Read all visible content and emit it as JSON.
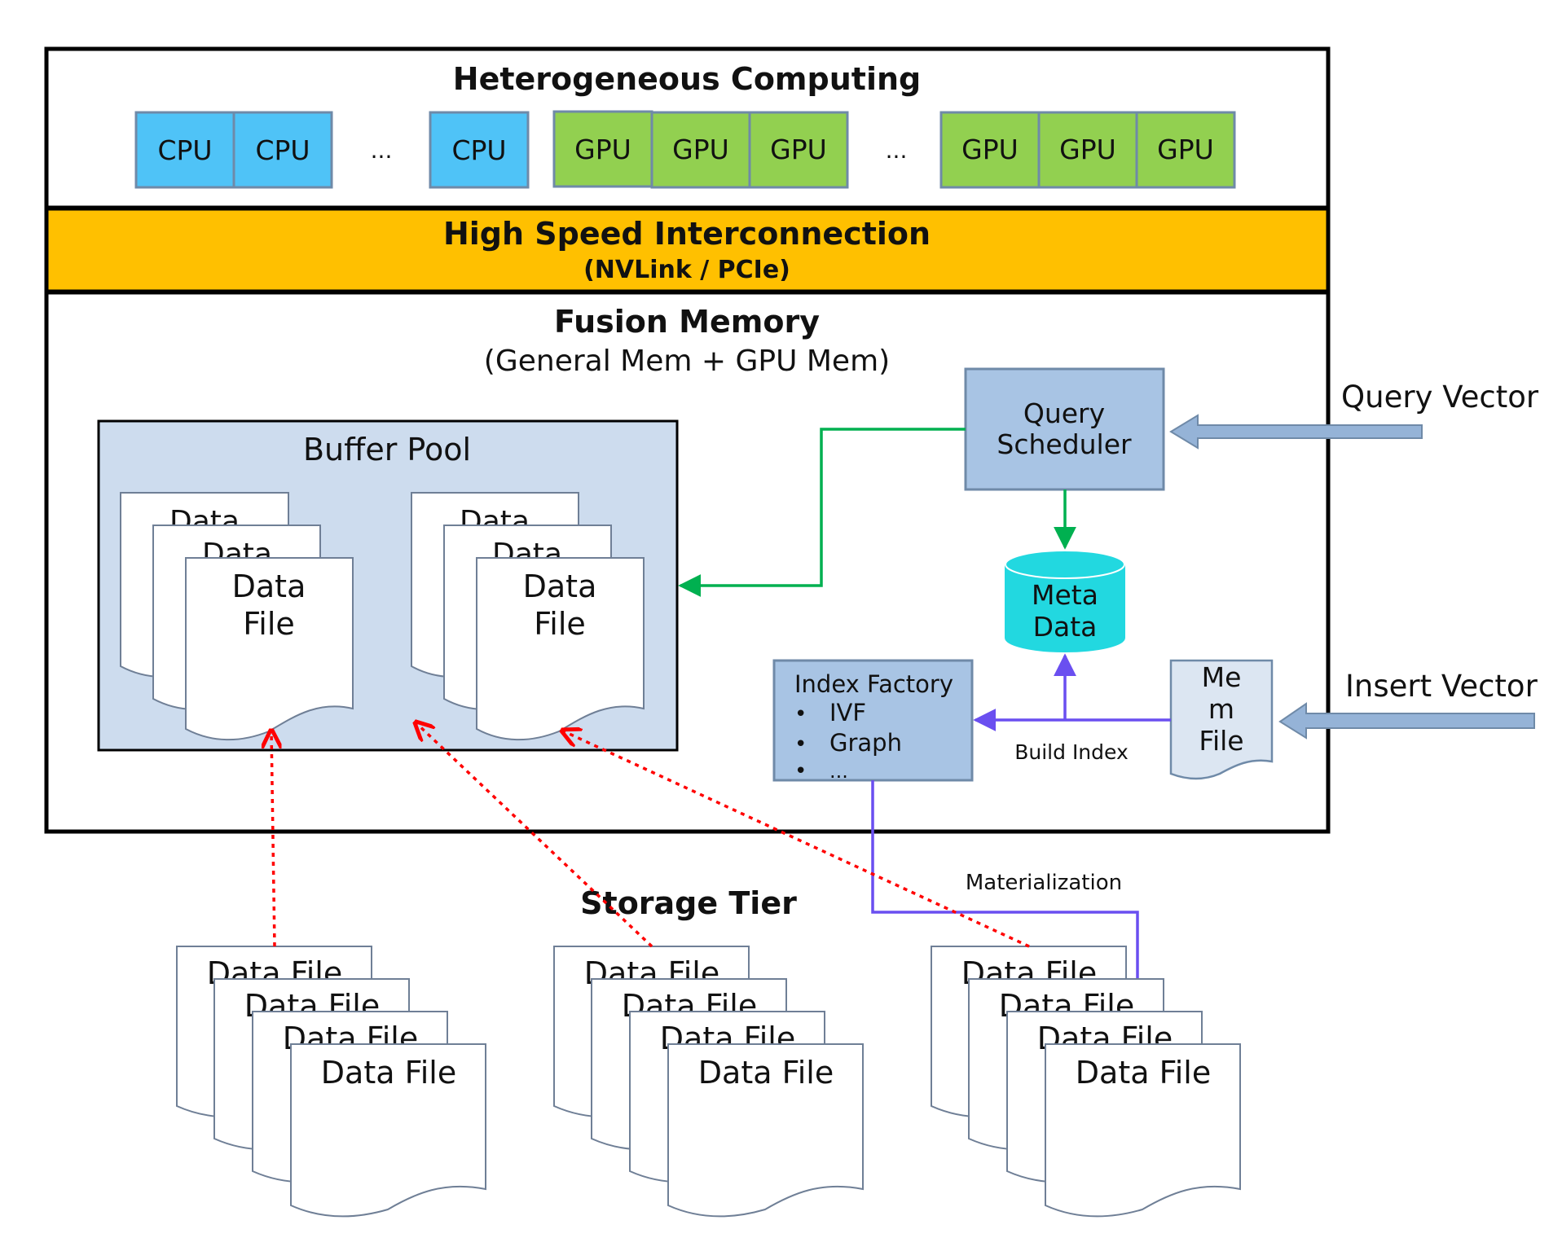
{
  "compute": {
    "title": "Heterogeneous Computing",
    "cpu_label": "CPU",
    "gpu_label": "GPU",
    "ellipsis": "...",
    "cpu_color": "#4fc3f7",
    "gpu_color": "#92d050"
  },
  "interconnect": {
    "title": "High Speed Interconnection",
    "subtitle": "(NVLink / PCIe)",
    "color": "#ffc000"
  },
  "memory": {
    "title": "Fusion Memory",
    "subtitle": "(General Mem + GPU Mem)",
    "buffer_pool": {
      "title": "Buffer Pool",
      "back_file_label": "Data",
      "front_file_line1": "Data",
      "front_file_line2": "File",
      "color": "#cddcee"
    },
    "query_scheduler": {
      "line1": "Query",
      "line2": "Scheduler",
      "color": "#a8c4e4"
    },
    "meta_data": {
      "line1": "Meta",
      "line2": "Data",
      "color": "#22d8e0"
    },
    "index_factory": {
      "title": "Index Factory",
      "items": [
        "IVF",
        "Graph",
        "..."
      ],
      "bullet": "•",
      "color": "#a8c4e4"
    },
    "mem_file": {
      "line1": "Me",
      "line2": "m",
      "line3": "File",
      "color": "#dce6f2"
    },
    "build_index_label": "Build Index"
  },
  "inputs": {
    "query_vector": "Query Vector",
    "insert_vector": "Insert Vector"
  },
  "storage": {
    "title": "Storage Tier",
    "file_label": "Data File",
    "materialization_label": "Materialization"
  },
  "colors": {
    "query_flow": "#00b050",
    "build_flow": "#6a4ff0",
    "load_flow": "#ff0000",
    "input_arrow": "#95b3d7"
  }
}
